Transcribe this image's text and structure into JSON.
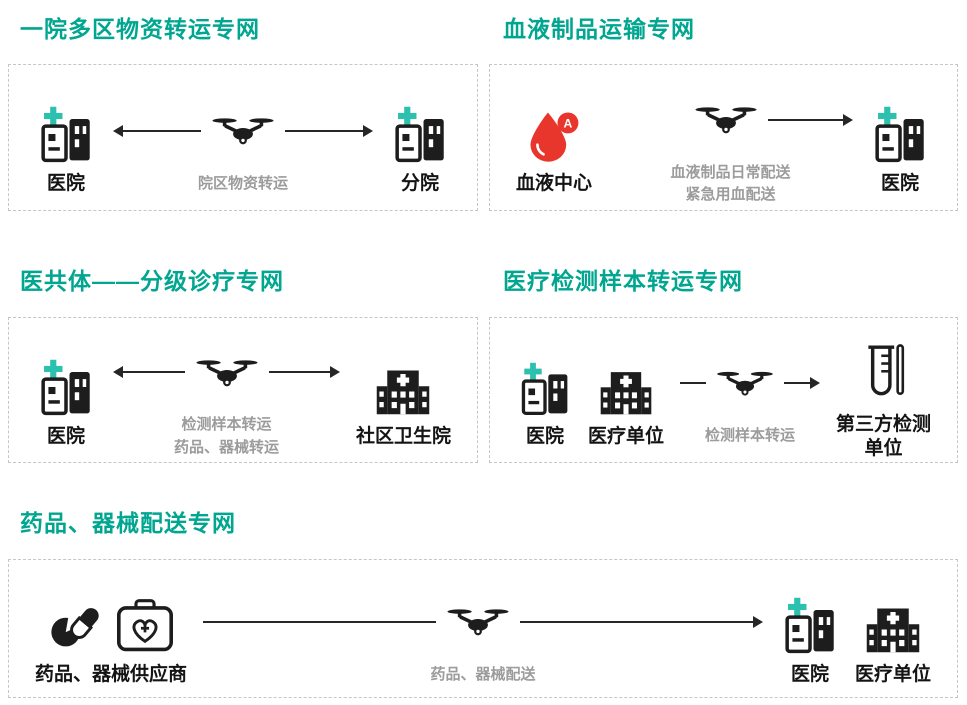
{
  "colors": {
    "accent_teal": "#00a690",
    "icon_black": "#1d1d1d",
    "note_gray": "#9c9c9c",
    "blood_red": "#e8362c",
    "border_dash": "#c6c6c6"
  },
  "icons": {
    "blood_type_label": "A"
  },
  "panels": {
    "p1": {
      "title": "一院多区物资转运专网",
      "left": "医院",
      "note": "院区物资转运",
      "right": "分院"
    },
    "p2": {
      "title": "血液制品运输专网",
      "left": "血液中心",
      "note1": "血液制品日常配送",
      "note2": "紧急用血配送",
      "right": "医院"
    },
    "p3": {
      "title": "医共体——分级诊疗专网",
      "left": "医院",
      "note1": "检测样本转运",
      "note2": "药品、器械转运",
      "right": "社区卫生院"
    },
    "p4": {
      "title": "医疗检测样本转运专网",
      "left1": "医院",
      "left2": "医疗单位",
      "note": "检测样本转运",
      "right1": "第三方检测",
      "right2": "单位"
    },
    "p5": {
      "title": "药品、器械配送专网",
      "left": "药品、器械供应商",
      "note": "药品、器械配送",
      "right1": "医院",
      "right2": "医疗单位"
    }
  }
}
